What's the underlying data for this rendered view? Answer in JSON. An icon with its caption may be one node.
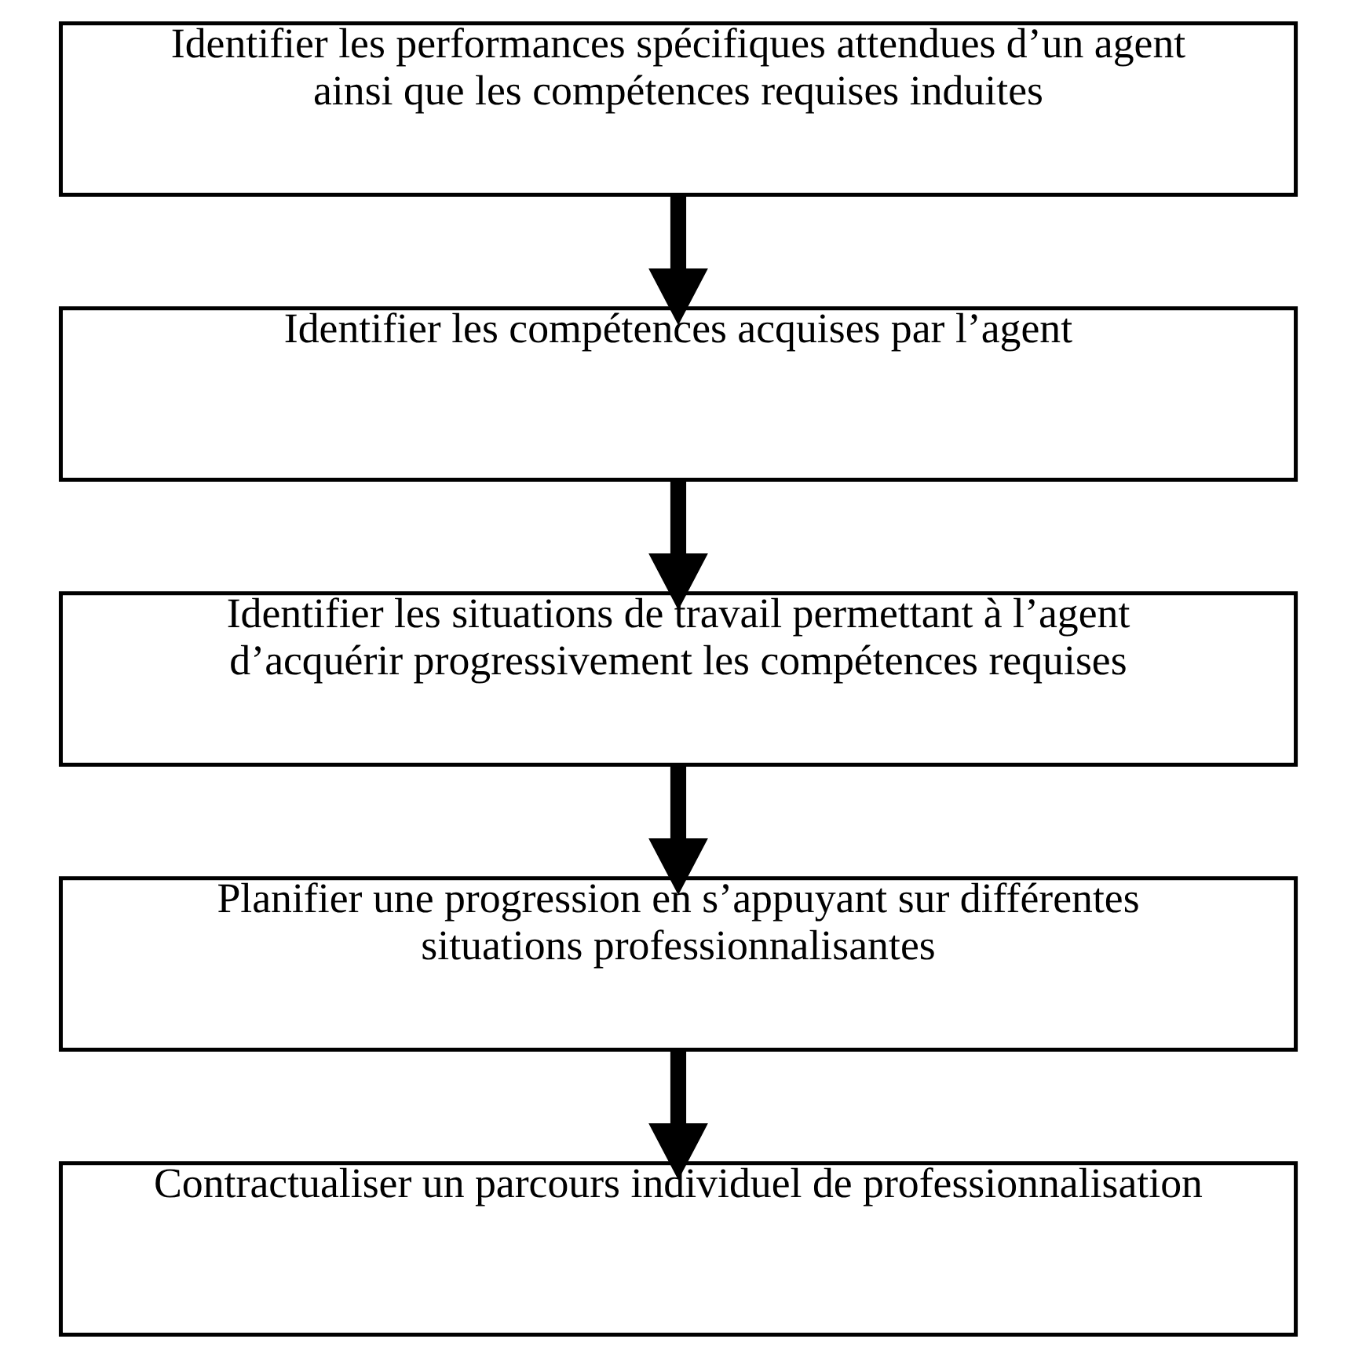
{
  "diagram": {
    "nodes": [
      {
        "text": [
          "Identifier les performances spécifiques attendues d’un agent ainsi que les compétences requises induites"
        ]
      },
      {
        "text": [
          "Identifier les compétences acquises par l’agent"
        ]
      },
      {
        "text": [
          "Identifier les situations de travail permettant à l’agent d’acquérir progressivement les compétences requises"
        ]
      },
      {
        "text": [
          "Planifier une progression en s’appuyant sur différentes situations professionnalisantes"
        ]
      },
      {
        "text": [
          "Contractualiser un parcours individuel de professionnalisation"
        ]
      }
    ],
    "edges": [
      {
        "from": 0,
        "to": 1,
        "arrow": "to"
      },
      {
        "from": 1,
        "to": 2,
        "arrow": "to"
      },
      {
        "from": 2,
        "to": 3,
        "arrow": "to"
      },
      {
        "from": 3,
        "to": 4,
        "arrow": "to"
      }
    ]
  }
}
